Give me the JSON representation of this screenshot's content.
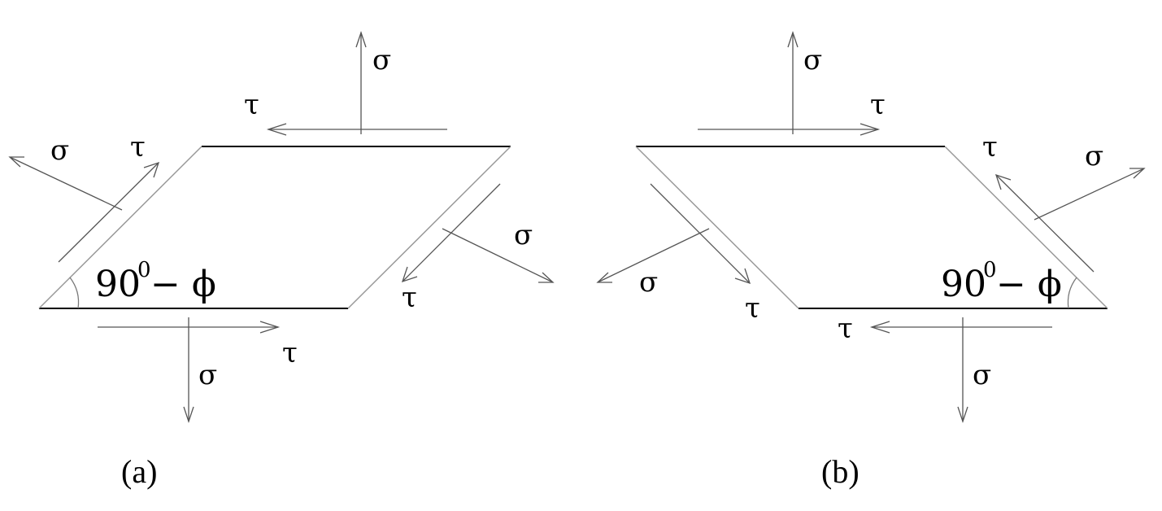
{
  "symbols": {
    "sigma": "σ",
    "tau": "τ"
  },
  "panel_a": {
    "caption": "(a)",
    "angle_main": "90",
    "angle_sup": "0",
    "angle_tail": "− ϕ"
  },
  "panel_b": {
    "caption": "(b)",
    "angle_main": "90",
    "angle_sup": "0",
    "angle_tail": "− ϕ"
  }
}
